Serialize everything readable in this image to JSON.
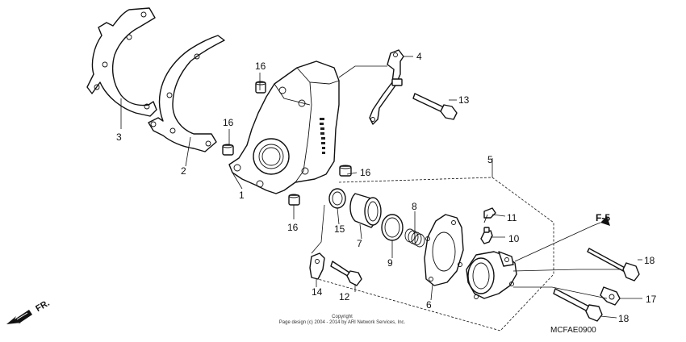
{
  "callouts": {
    "c1": "1",
    "c2": "2",
    "c3": "3",
    "c4": "4",
    "c5": "5",
    "c6": "6",
    "c7": "7",
    "c8": "8",
    "c9": "9",
    "c10": "10",
    "c11": "11",
    "c12": "12",
    "c13": "13",
    "c14": "14",
    "c15": "15",
    "c16a": "16",
    "c16b": "16",
    "c16c": "16",
    "c16d": "16",
    "c17": "17",
    "c18a": "18",
    "c18b": "18"
  },
  "reference_label": "F-5",
  "direction_label": "FR.",
  "copyright_line1": "Copyright",
  "copyright_line2": "Page design (c) 2004 - 2014 by ARI Network Services, Inc.",
  "diagram_code": "MCFAE0900"
}
